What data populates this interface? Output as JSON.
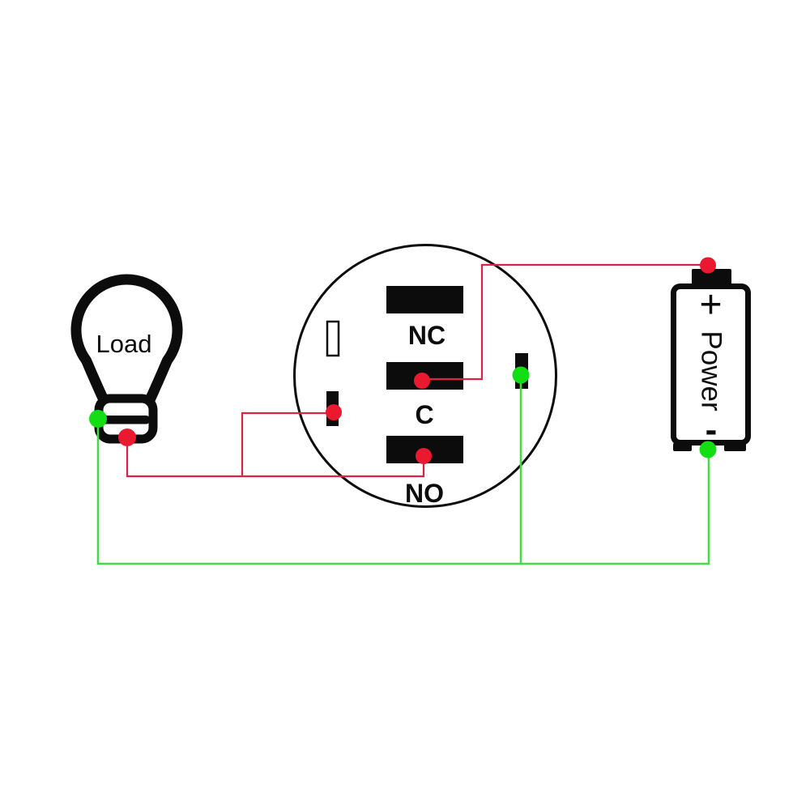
{
  "load": {
    "label": "Load"
  },
  "switch": {
    "nc_label": "NC",
    "c_label": "C",
    "no_label": "NO"
  },
  "battery": {
    "plus_label": "+",
    "power_label": "Power",
    "minus_label": "-"
  },
  "colors": {
    "wire_red": "#dd2244",
    "dot_red": "#ea1930",
    "wire_green": "#46da46",
    "dot_green": "#13dd13",
    "ink_black": "#0c0c0c"
  }
}
